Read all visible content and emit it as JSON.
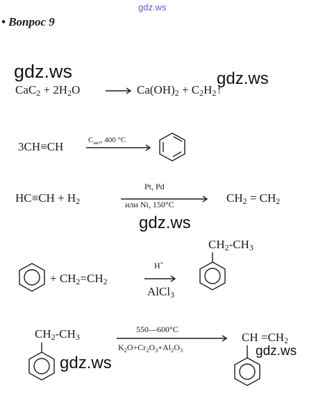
{
  "watermark_text": "gdz.ws",
  "question_title": "• Вопрос 9",
  "r1": {
    "lhs": "CaC<sub>2</sub> + 2H<sub>2</sub>O",
    "rhs": "Ca(OH)<sub>2</sub> + C<sub>2</sub>H<sub>2</sub>↑"
  },
  "r2": {
    "lhs": "3CH≡CH",
    "cond": "C<sub>акт</sub>, 400 °C"
  },
  "r3": {
    "lhs": "HC≡CH + H<sub>2</sub>",
    "cond_top": "Pt, Pd",
    "cond_bottom": "или Ni, 150°C",
    "rhs": "CH<sub>2</sub> = CH<sub>2</sub>"
  },
  "r4": {
    "plus": "+ CH<sub>2</sub>=CH<sub>2</sub>",
    "cond_top": "H<sup>+</sup>",
    "cond_bottom": "AlCl<sub>3</sub>",
    "product_sub": "CH<sub>2</sub>-CH<sub>3</sub>"
  },
  "r5": {
    "reactant_sub": "CH<sub>2</sub>-CH<sub>3</sub>",
    "cond_top": "550—600°C",
    "cond_bottom": "K<sub>2</sub>O+Cr<sub>2</sub>O<sub>3</sub>+Al<sub>2</sub>O<sub>3</sub>",
    "product_sub": "CH =CH<sub>2</sub>"
  }
}
